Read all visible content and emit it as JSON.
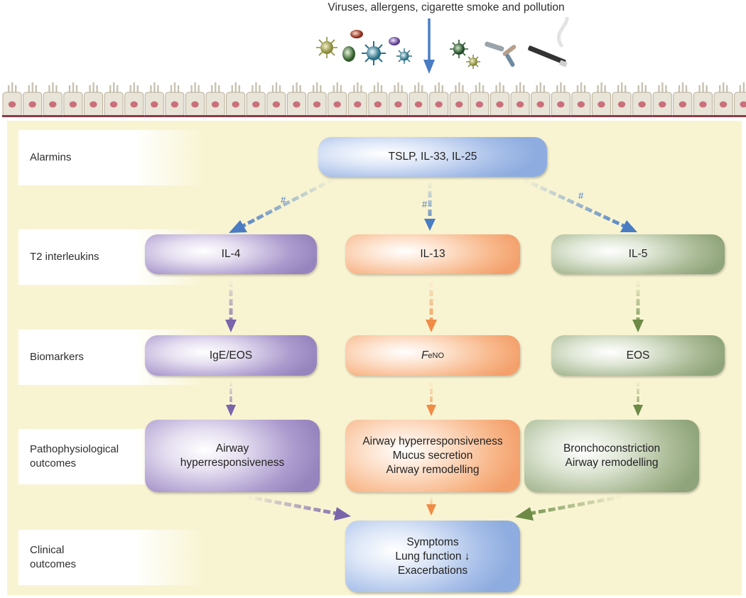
{
  "top": {
    "title": "Viruses, allergens, cigarette smoke and pollution"
  },
  "rows": {
    "alarmins": "Alarmins",
    "interleukins": "T2 interleukins",
    "biomarkers": "Biomarkers",
    "pathophysiological": "Pathophysiological\noutcomes",
    "clinical": "Clinical\noutcomes"
  },
  "boxes": {
    "alarmins": "TSLP, IL-33, IL-25",
    "il4": "IL-4",
    "il13": "IL-13",
    "il5": "IL-5",
    "biomarker_il4": "IgE/EOS",
    "biomarker_il13_main": "F",
    "biomarker_il13_sub": "eNO",
    "biomarker_il5": "EOS",
    "patho_il4": "Airway\nhyperresponsiveness",
    "patho_il13": "Airway hyperresponsiveness\nMucus secretion\nAirway remodelling",
    "patho_il5": "Bronchoconstriction\nAirway remodelling",
    "clinical": "Symptoms\nLung function ↓\nExacerbations"
  },
  "arrow_marks": {
    "hash": "#"
  },
  "colors": {
    "blue": "#4a7cc4",
    "purple": "#7a64aa",
    "orange": "#f08c45",
    "green": "#6c8a45",
    "panel": "#f8f4d2"
  }
}
